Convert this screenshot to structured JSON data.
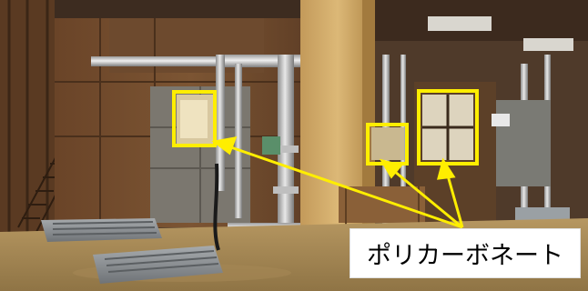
{
  "annotation": {
    "label": "ポリカーボネート",
    "highlight_color": "#ffee00",
    "label_background": "#ffffff",
    "label_text_color": "#000000"
  },
  "scene": {
    "highlighted_windows": 3,
    "arrows": 3
  }
}
